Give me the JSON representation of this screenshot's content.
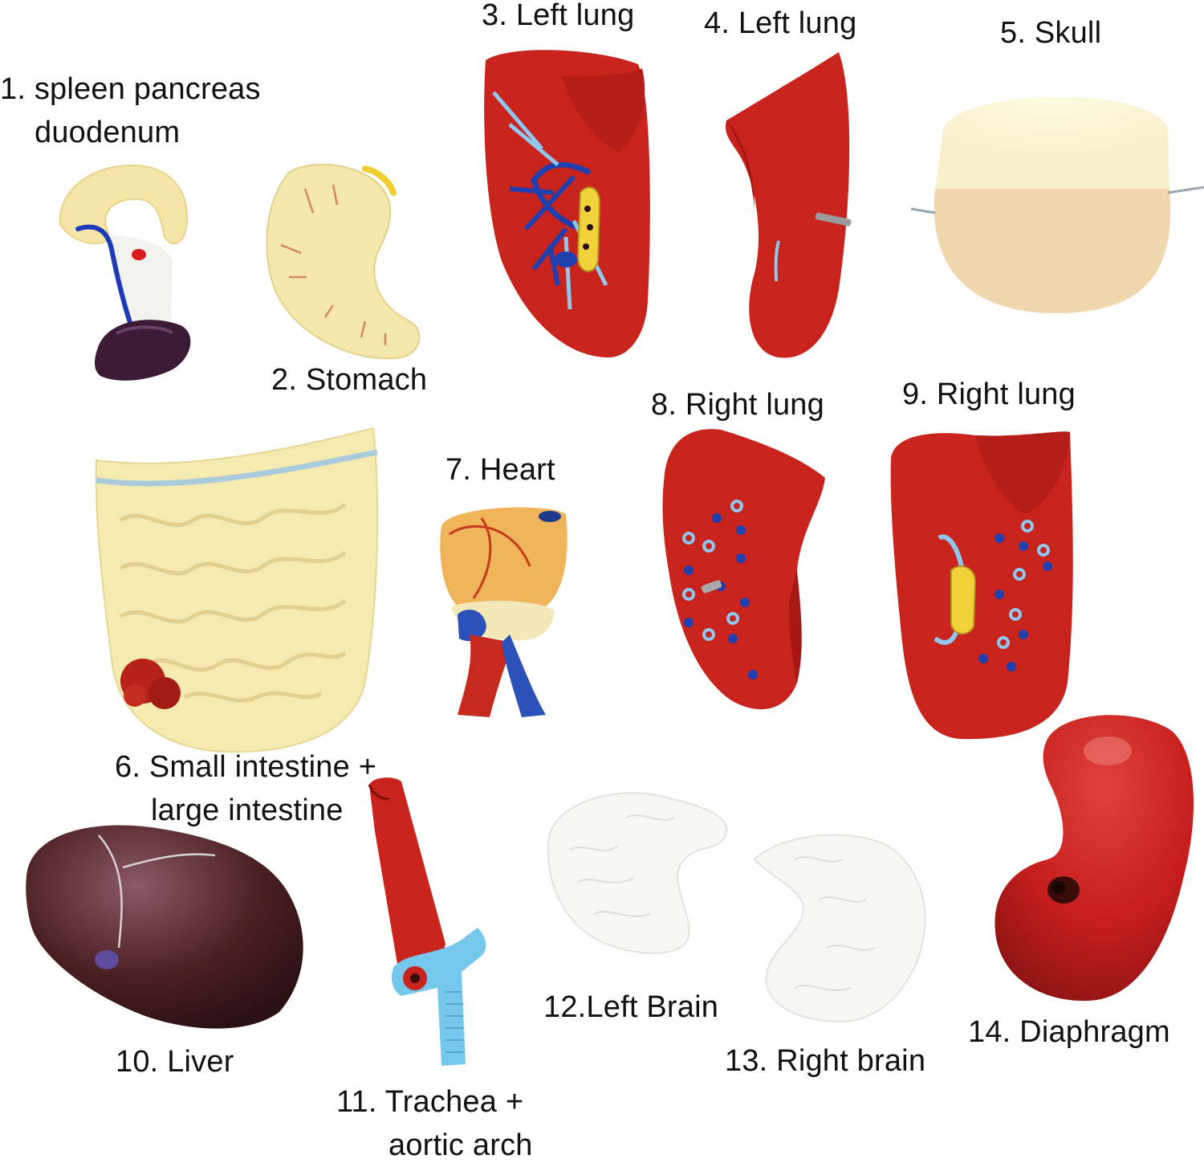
{
  "parts": [
    {
      "id": 1,
      "lines": [
        "1. spleen pancreas",
        "duodenum"
      ]
    },
    {
      "id": 2,
      "lines": [
        "2. Stomach"
      ]
    },
    {
      "id": 3,
      "lines": [
        "3. Left lung"
      ]
    },
    {
      "id": 4,
      "lines": [
        "4. Left lung"
      ]
    },
    {
      "id": 5,
      "lines": [
        "5. Skull"
      ]
    },
    {
      "id": 6,
      "lines": [
        "6. Small intestine +",
        "large intestine"
      ]
    },
    {
      "id": 7,
      "lines": [
        "7. Heart"
      ]
    },
    {
      "id": 8,
      "lines": [
        "8. Right lung"
      ]
    },
    {
      "id": 9,
      "lines": [
        "9. Right lung"
      ]
    },
    {
      "id": 10,
      "lines": [
        "10. Liver"
      ]
    },
    {
      "id": 11,
      "lines": [
        "11. Trachea +",
        "aortic arch"
      ]
    },
    {
      "id": 12,
      "lines": [
        "12.Left Brain"
      ]
    },
    {
      "id": 13,
      "lines": [
        "13. Right brain"
      ]
    },
    {
      "id": 14,
      "lines": [
        "14. Diaphragm"
      ]
    }
  ],
  "colors": {
    "lung_red": "#c8231c",
    "cream": "#f4e7a8",
    "vein_blue": "#1f3fae",
    "artery_lightblue": "#8ec8ee",
    "liver_brown": "#4a1f22",
    "brain_white": "#f7f7f5",
    "diaphragm_red": "#c51d1d",
    "skull_tan": "#f0d7ae"
  }
}
